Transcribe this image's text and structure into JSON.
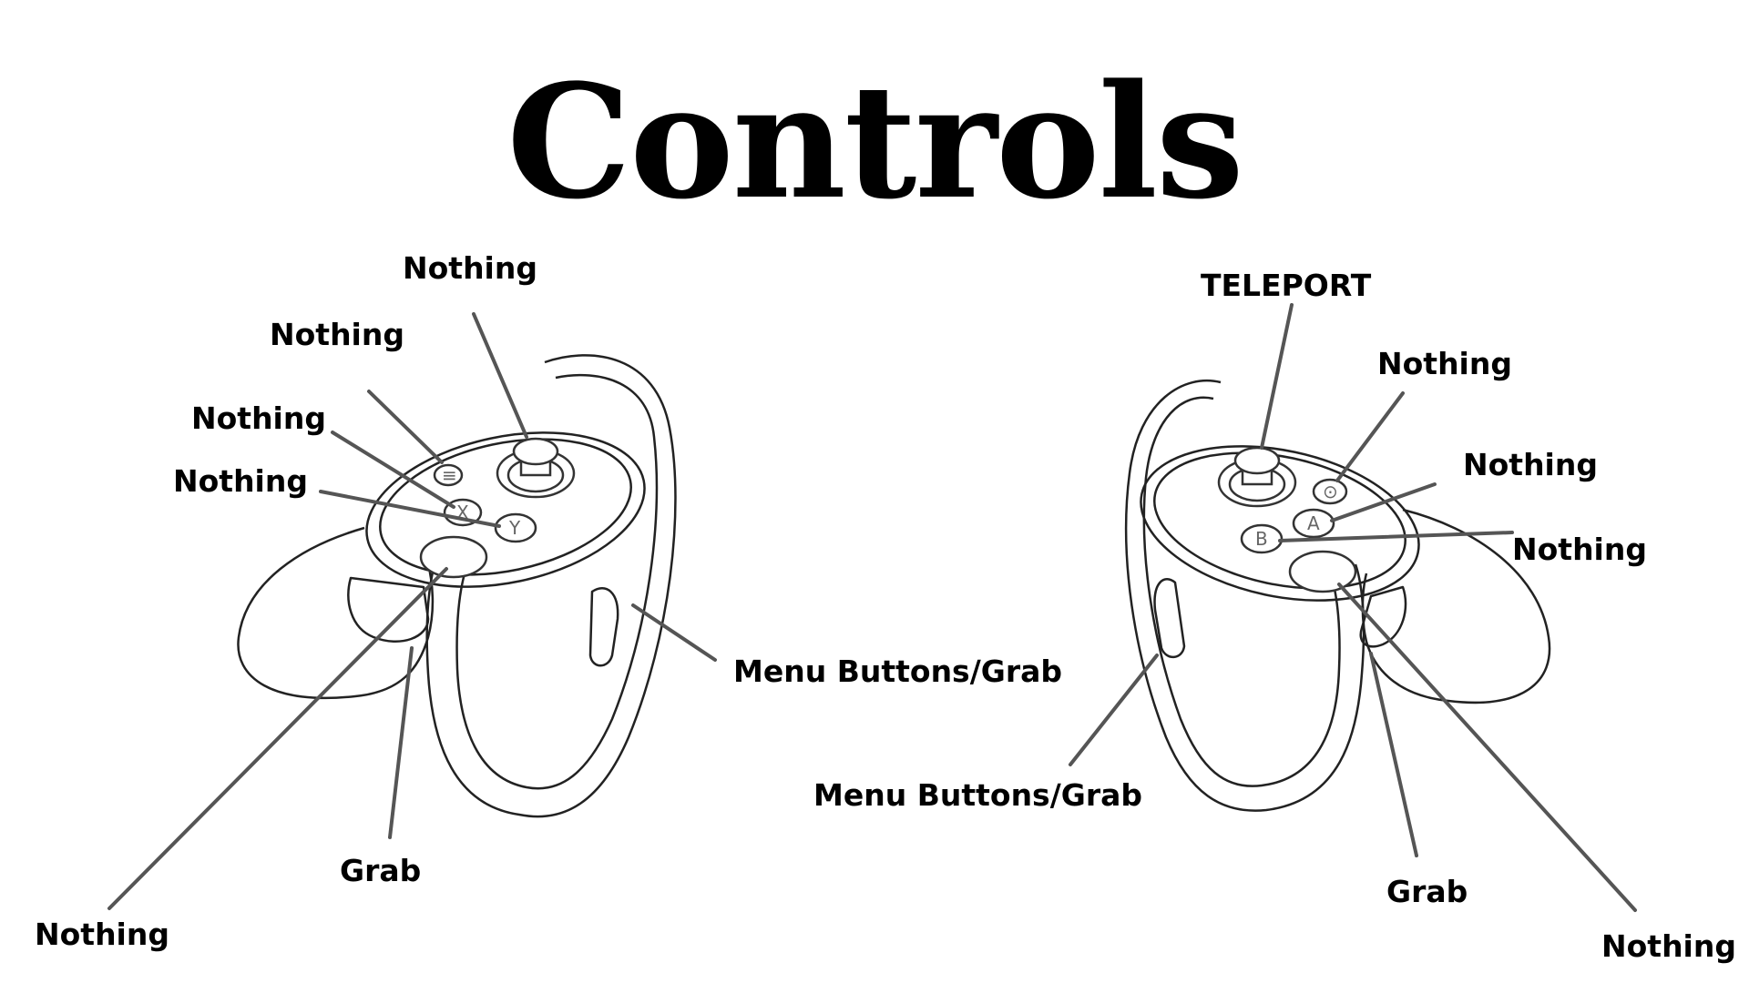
{
  "title": "Controls",
  "left_controller": {
    "thumbstick": "Nothing",
    "menu_button": "Nothing",
    "x_button": "Nothing",
    "y_button": "Nothing",
    "trigger": "Nothing",
    "grip": "Grab",
    "side_grip": "Menu Buttons/Grab"
  },
  "right_controller": {
    "thumbstick": "TELEPORT",
    "oculus_button": "Nothing",
    "a_button": "Nothing",
    "b_button": "Nothing",
    "trigger": "Nothing",
    "grip": "Grab",
    "side_grip": "Menu Buttons/Grab"
  },
  "button_glyphs": {
    "x": "X",
    "y": "Y",
    "a": "A",
    "b": "B",
    "menu": "≡",
    "oculus": "⊙"
  }
}
